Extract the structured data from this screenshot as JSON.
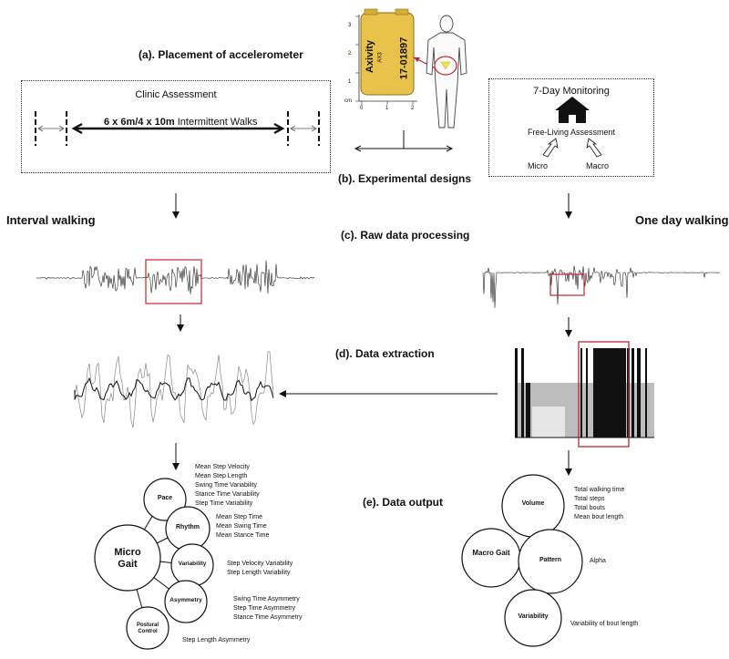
{
  "stages": {
    "a": "(a). Placement of accelerometer",
    "b": "(b). Experimental designs",
    "c": "(c). Raw data processing",
    "d": "(d). Data extraction",
    "e": "(e). Data output"
  },
  "side_labels": {
    "left": "Interval walking",
    "right": "One day walking"
  },
  "clinic": {
    "title": "Clinic Assessment",
    "walk_bold": "6 x 6m/4 x 10m",
    "walk_rest": " Intermittent  Walks"
  },
  "monitoring": {
    "title": "7-Day Monitoring",
    "free_living": "Free-Living Assessment",
    "micro": "Micro",
    "macro": "Macro"
  },
  "device": {
    "brand": "Axivity",
    "model": "AX3",
    "serial": "17-01897",
    "unit": "cm",
    "y_ticks": [
      "3",
      "2",
      "1",
      "0"
    ],
    "x_ticks": [
      "0",
      "1",
      "2"
    ]
  },
  "micro_gait": {
    "center": "Micro Gait",
    "nodes": [
      {
        "label": "Pace",
        "metrics": [
          "Mean Step Velocity",
          "Mean Step Length",
          "Swing Time Variability",
          "Stance Time Variability",
          "Step Time Variability"
        ]
      },
      {
        "label": "Rhythm",
        "metrics": [
          "Mean Step Time",
          "Mean Swing Time",
          "Mean Stance Time"
        ]
      },
      {
        "label": "Variability",
        "metrics": [
          "Step Velocity Variability",
          "Step Length Variability"
        ]
      },
      {
        "label": "Asymmetry",
        "metrics": [
          "Swing Time Asymmetry",
          "Step Time Asymmetry",
          "Stance Time Asymmetry"
        ]
      },
      {
        "label": "Postural Control",
        "metrics": [
          "Step Length Asymmetry"
        ]
      }
    ]
  },
  "macro_gait": {
    "center": "Macro Gait",
    "nodes": [
      {
        "label": "Volume",
        "metrics": [
          "Total walking time",
          "Total steps",
          "Total bouts",
          "Mean bout length"
        ]
      },
      {
        "label": "Pattern",
        "metrics": [
          "Alpha"
        ]
      },
      {
        "label": "Variability",
        "metrics": [
          "Variability of bout length"
        ]
      }
    ]
  },
  "colors": {
    "highlight": "#c0272d",
    "device": "#e8c24a",
    "ink": "#111111"
  }
}
